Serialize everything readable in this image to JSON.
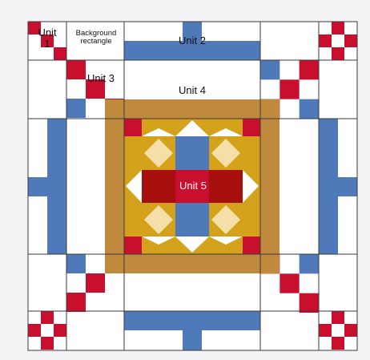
{
  "diagram": {
    "colors": {
      "background": "#ffffff",
      "red": "#c8102e",
      "blue": "#4f79b8",
      "tan": "#c08a3e",
      "gold": "#d4a21a",
      "cream": "#f4dfa8",
      "dark_red": "#a8100e",
      "line": "#3a3a3a"
    },
    "labels": {
      "unit1_line1": "Unit",
      "unit1_line2": "1",
      "background_line1": "Background",
      "background_line2": "rectangle",
      "unit2": "Unit 2",
      "unit3": "Unit 3",
      "unit4": "Unit 4",
      "unit5": "Unit 5"
    }
  }
}
